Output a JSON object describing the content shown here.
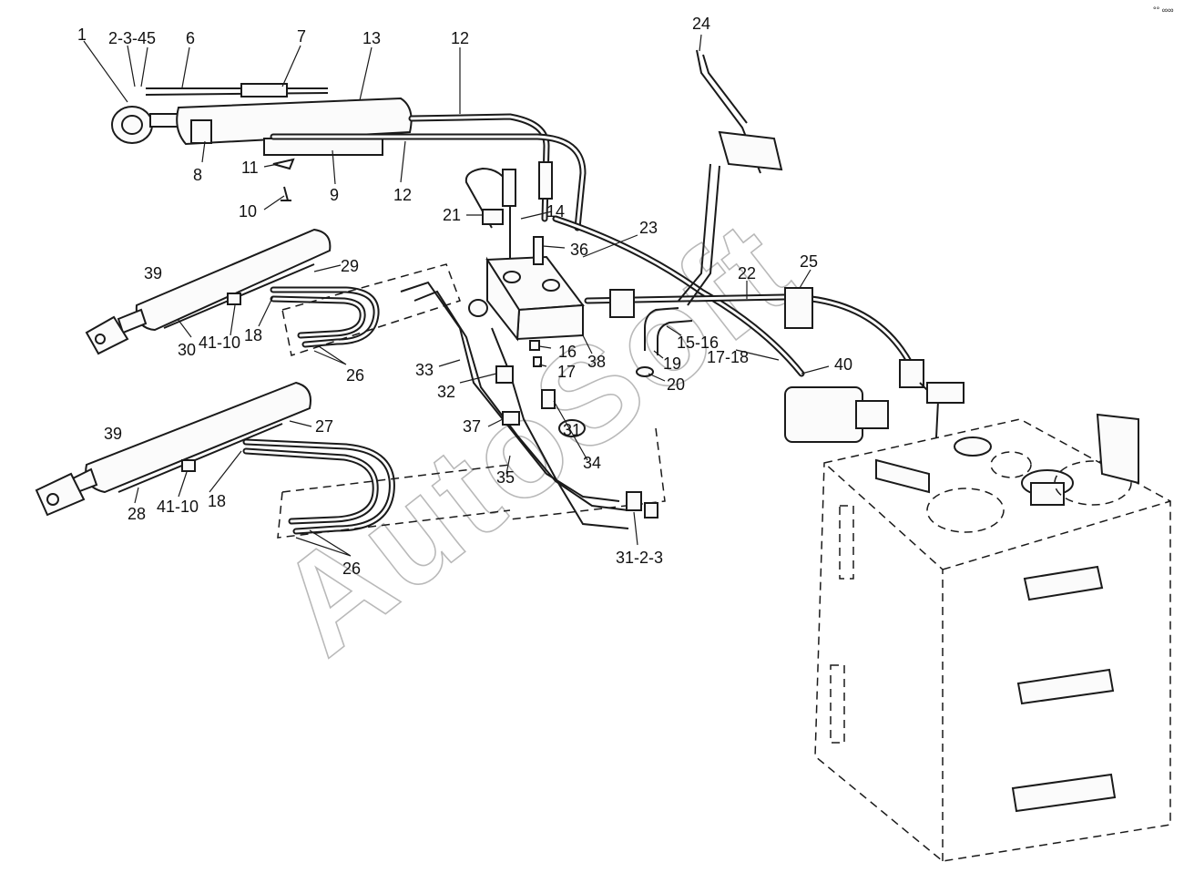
{
  "watermark": "AutoSoft",
  "corner_mark": "°° ∞∞",
  "callouts": {
    "c1": "1",
    "c2345": "2-3-45",
    "c6": "6",
    "c7": "7",
    "c13": "13",
    "c12a": "12",
    "c24": "24",
    "c8": "8",
    "c11": "11",
    "c9": "9",
    "c12b": "12",
    "c10": "10",
    "c21": "21",
    "c14": "14",
    "c23": "23",
    "c36": "36",
    "c39a": "39",
    "c29": "29",
    "c25": "25",
    "c22": "22",
    "c30": "30",
    "c4110a": "41-10",
    "c18a": "18",
    "c1516": "15-16",
    "c1718": "17-18",
    "c16": "16",
    "c38": "38",
    "c19": "19",
    "c40": "40",
    "c26a": "26",
    "c33": "33",
    "c17": "17",
    "c32": "32",
    "c20": "20",
    "c39b": "39",
    "c27": "27",
    "c37": "37",
    "c31": "31",
    "c34": "34",
    "c35": "35",
    "c28": "28",
    "c4110b": "41-10",
    "c18b": "18",
    "c3123": "31-2-3",
    "c26b": "26"
  }
}
